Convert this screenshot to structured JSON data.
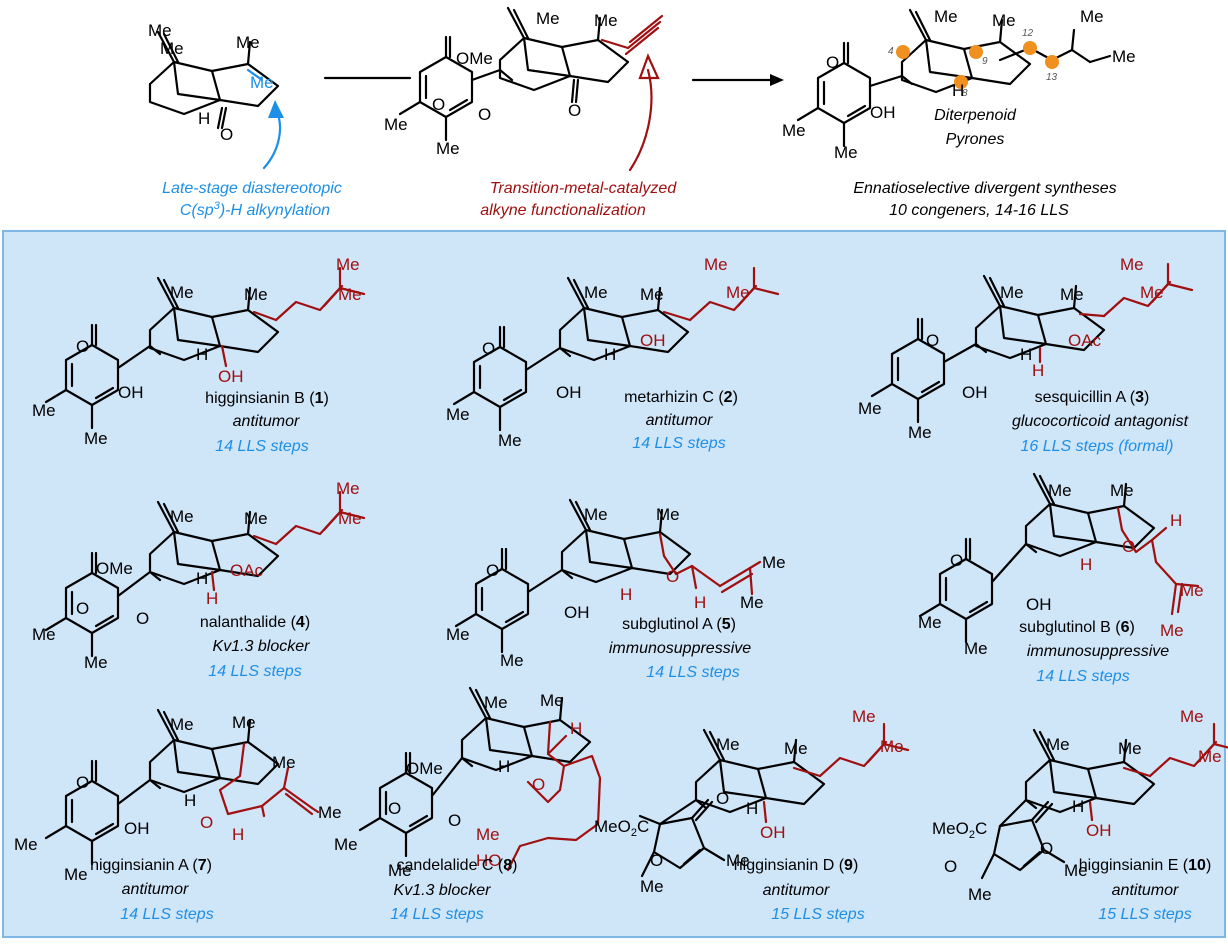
{
  "top": {
    "left": {
      "line1": "Late-stage diastereotopic",
      "line2_pre": "C(sp",
      "line2_sup": "3",
      "line2_post": ")-H alkynylation"
    },
    "middle": {
      "line1": "Transition-metal-catalyzed",
      "line2": "alkyne functionalization"
    },
    "right": {
      "class1": "Diterpenoid",
      "class2": "Pyrones",
      "line1": "Ennatioselective divergent syntheses",
      "line2": "10 congeners, 14-16 LLS",
      "positions": [
        "4",
        "9",
        "8",
        "12",
        "13"
      ]
    }
  },
  "atoms": {
    "me": "Me",
    "h": "H",
    "o": "O",
    "oh": "OH",
    "ome": "OMe",
    "oac": "OAc",
    "ho": "HO",
    "meo2c": "MeO",
    "sub2": "2",
    "c": "C"
  },
  "compounds": [
    {
      "name": "higginsianin B",
      "num": "1",
      "activity": "antitumor",
      "steps": "14 LLS steps"
    },
    {
      "name": "metarhizin C",
      "num": "2",
      "activity": "antitumor",
      "steps": "14 LLS steps"
    },
    {
      "name": "sesquicillin A",
      "num": "3",
      "activity": "glucocorticoid antagonist",
      "steps": "16 LLS steps (formal)"
    },
    {
      "name": "nalanthalide",
      "num": "4",
      "activity": "Kv1.3 blocker",
      "steps": "14 LLS steps"
    },
    {
      "name": "subglutinol A",
      "num": "5",
      "activity": "immunosuppressive",
      "steps": "14 LLS steps"
    },
    {
      "name": "subglutinol B",
      "num": "6",
      "activity": "immunosuppressive",
      "steps": "14 LLS steps"
    },
    {
      "name": "higginsianin A",
      "num": "7",
      "activity": "antitumor",
      "steps": "14 LLS steps"
    },
    {
      "name": "candelalide C",
      "num": "8",
      "activity": "Kv1.3 blocker",
      "steps": "14 LLS steps"
    },
    {
      "name": "higginsianin D",
      "num": "9",
      "activity": "antitumor",
      "steps": "15 LLS steps"
    },
    {
      "name": "higginsianin E",
      "num": "10",
      "activity": "antitumor",
      "steps": "15 LLS steps"
    }
  ],
  "colors": {
    "panel": "#cfe5f8",
    "panel_border": "#7fb8e6",
    "red": "#a01010",
    "blue": "#1e8fe6",
    "orange": "#f0901e"
  }
}
